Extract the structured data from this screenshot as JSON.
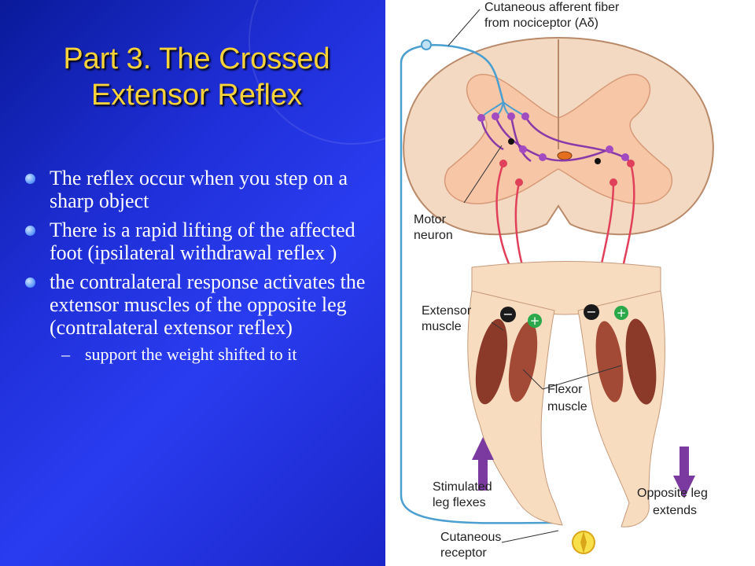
{
  "slide": {
    "title_line1": "Part 3. The Crossed",
    "title_line2": "Extensor Reflex",
    "bullets": [
      "The reflex occur when you step on a sharp object",
      "There is a rapid lifting of the affected foot (ipsilateral withdrawal reflex )",
      "the contralateral response activates the extensor muscles of the opposite leg (contralateral extensor reflex)"
    ],
    "sub_bullet_marker": "–",
    "sub_bullet": "support the weight shifted to it"
  },
  "diagram": {
    "labels": {
      "afferent_line1": "Cutaneous afferent fiber",
      "afferent_line2": "from nociceptor (Aδ)",
      "motor_line1": "Motor",
      "motor_line2": "neuron",
      "extensor_line1": "Extensor",
      "extensor_line2": "muscle",
      "flexor_line1": "Flexor",
      "flexor_line2": "muscle",
      "stim_line1": "Stimulated",
      "stim_line2": "leg flexes",
      "opp_line1": "Opposite leg",
      "opp_line2": "extends",
      "receptor_line1": "Cutaneous",
      "receptor_line2": "receptor"
    },
    "signs": {
      "minus": "−",
      "plus": "+"
    },
    "colors": {
      "title": "#f7d23a",
      "background_blue": "#1f2fd8",
      "spinal_cord": "#f3d9c2",
      "gray_matter": "#f6c6a6",
      "afferent_nerve": "#4a9ed0",
      "motor_nerve": "#e0405a",
      "interneuron": "#8a3aa8",
      "skin": "#f7dcc0",
      "muscle": "#8b3a2a",
      "arrow": "#7a3aa0",
      "minus_badge": "#1a1a1a",
      "plus_badge": "#2aa84a"
    }
  }
}
